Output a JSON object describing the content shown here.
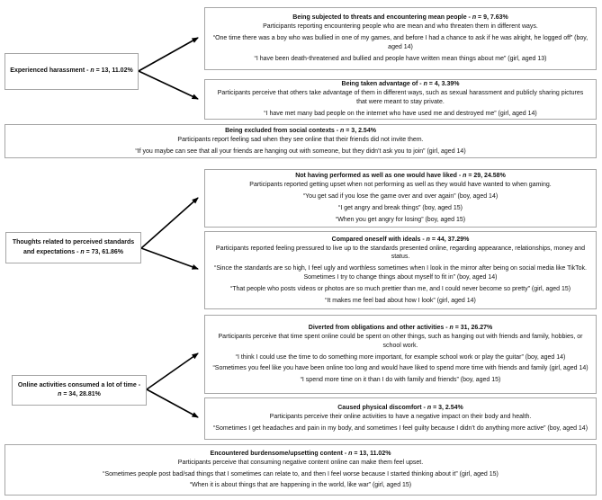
{
  "figure": {
    "categories": {
      "harassment": {
        "title": "Experienced harassment - n = 13, 11.02%"
      },
      "standards": {
        "title": "Thoughts related to perceived standards and expectations - n = 73, 61.86%"
      },
      "time": {
        "title": "Online activities consumed a lot of time - n = 34, 28.81%"
      }
    },
    "subthemes": {
      "threats": {
        "title": "Being subjected to threats and encountering mean people - n = 9, 7.63%",
        "desc": "Participants reporting encountering people who are mean and who threaten them in different ways.",
        "quotes": [
          "“One time there was a boy who was bullied in one of my games, and before I had a chance to ask if he was alright, he logged off” (boy, aged 14)",
          "“I have been death-threatened and bullied and people have written mean things about me” (girl, aged 13)"
        ]
      },
      "advantage": {
        "title": "Being taken advantage of - n = 4, 3.39%",
        "desc": "Participants perceive that others take advantage of them in different ways, such as sexual harassment and publicly sharing pictures that were meant to stay private.",
        "quotes": [
          "“I have met many bad people on the internet who have used me and destroyed me” (girl, aged 14)"
        ]
      },
      "performance": {
        "title": "Not having performed as well as one would have liked - n = 29, 24.58%",
        "desc": "Participants reported getting upset when not performing as well as they would have wanted to when gaming.",
        "quotes": [
          "“You get sad if you lose the game over and over again” (boy, aged 14)",
          "“I get angry and break things” (boy, aged 15)",
          "“When you get angry for losing” (boy, aged 15)"
        ]
      },
      "ideals": {
        "title": "Compared oneself with ideals - n = 44, 37.29%",
        "desc": "Participants reported feeling pressured to live up to the standards presented online, regarding appearance, relationships, money and status.",
        "quotes": [
          "“Since the standards are so high, I feel ugly and worthless sometimes when I look in the mirror after being on social media like TikTok. Sometimes I try to change things about myself to fit in” (boy, aged 14)",
          "“That people who posts videos or photos are so much prettier than me, and I could never become so pretty” (girl, aged 15)",
          "“It makes me feel bad about how I look” (girl, aged 14)"
        ]
      },
      "diverted": {
        "title": "Diverted from obligations and other activities - n = 31, 26.27%",
        "desc": "Participants perceive that time spent online could be spent on other things, such as hanging out with friends and family, hobbies, or school work.",
        "quotes": [
          "“I think I could use the time to do something more important, for example school work or play the guitar” (boy, aged 14)",
          "“Sometimes you feel like you have been online too long and would have liked to spend more time with friends and family (girl, aged 14)",
          "“I spend more time on it than I do with family and friends” (boy, aged 15)"
        ]
      },
      "discomfort": {
        "title": "Caused physical discomfort - n = 3, 2.54%",
        "desc": "Participants perceive their online activities to have a negative impact on their body and health.",
        "quotes": [
          "“Sometimes I get headaches and pain in my body, and sometimes I feel guilty because I didn’t do anything more active” (boy, aged 14)"
        ]
      }
    },
    "standalone": {
      "excluded": {
        "title": "Being excluded from social contexts - n = 3, 2.54%",
        "desc": "Participants report feeling sad when they see online that their friends did not invite them.",
        "quotes": [
          "“If you maybe can see that all your friends are hanging out with someone, but they didn’t ask you to join” (girl, aged 14)"
        ]
      },
      "burdensome": {
        "title": "Encountered burdensome/upsetting content - n = 13, 11.02%",
        "desc": "Participants perceive that consuming negative content online can make them feel upset.",
        "quotes": [
          "“Sometimes people post bad/sad things that I sometimes can relate to, and then I feel worse because I started thinking about it” (girl, aged 15)",
          "“When it is about things that are happening in the world, like war” (girl, aged 15)"
        ]
      }
    },
    "colors": {
      "border": "#a6a6a6",
      "arrow": "#000000"
    }
  }
}
